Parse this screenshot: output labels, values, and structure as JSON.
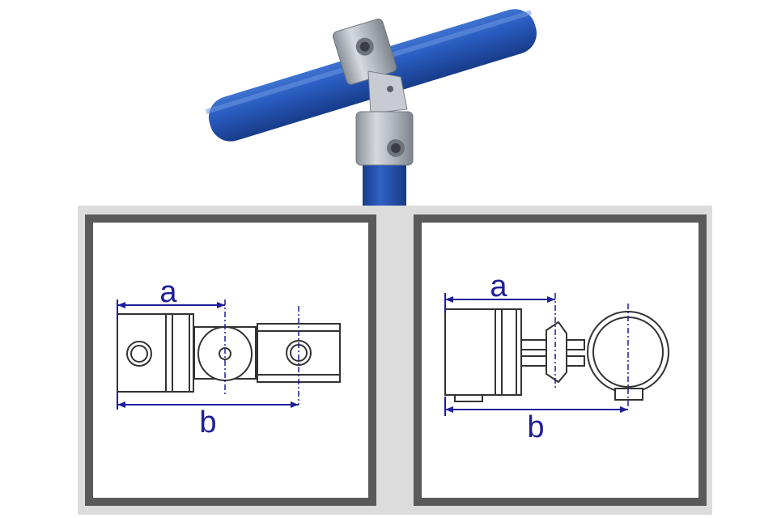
{
  "dimensions": {
    "left": {
      "a": "a",
      "b": "b"
    },
    "right": {
      "a": "a",
      "b": "b"
    }
  },
  "colors": {
    "tube": "#1f4fae",
    "fitting": "#b9bec6",
    "dimension": "#1e1e9a",
    "frame": "#555555",
    "panel_bg": "#d9d9d9"
  }
}
